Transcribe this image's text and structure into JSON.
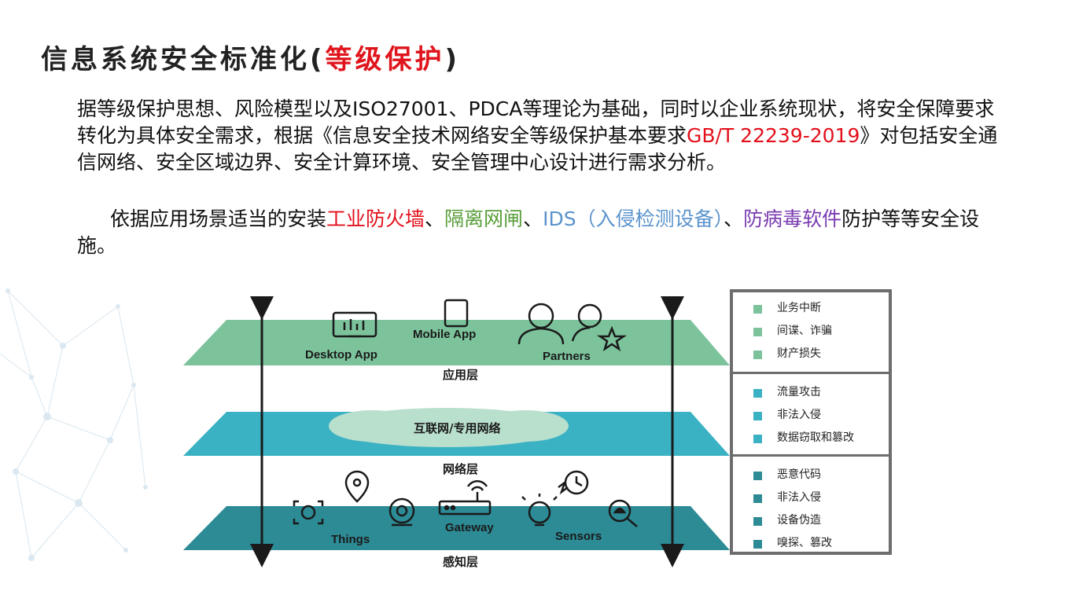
{
  "title": {
    "main": "信息系统安全标准化(",
    "highlight": "等级保护",
    "close": ")"
  },
  "paragraph1": {
    "text_a": "据等级保护思想、风险模型以及ISO27001、PDCA等理论为基础，同时以企业系统现状，将安全保障要求转化为具体安全需求，根据《信息安全技术网络安全等级保护基本要求",
    "standard": "GB/T 22239-2019",
    "text_b": "》对包括安全通信网络、安全区域边界、安全计算环境、安全管理中心设计进行需求分析。"
  },
  "paragraph2": {
    "lead": "依据应用场景适当的安装",
    "firewall": "工业防火墙",
    "sep1": "、",
    "gatekeeper": "隔离网闸",
    "sep2": "、",
    "ids": "IDS（入侵检测设备）",
    "sep3": "、",
    "antivirus": "防病毒软件",
    "tail": "防护等等安全设施。"
  },
  "diagram": {
    "app_layer": {
      "label": "应用层",
      "items": [
        "Desktop App",
        "Mobile App",
        "Partners"
      ],
      "color": "#7cc39c"
    },
    "net_layer": {
      "label": "网络层",
      "cloud_label": "互联网/专用网络",
      "color": "#3ab2c4",
      "cloud_color": "#b9dfcd"
    },
    "sense_layer": {
      "label": "感知层",
      "items": [
        "Things",
        "Gateway",
        "Sensors"
      ],
      "color": "#2d8b96"
    }
  },
  "legend": {
    "groups": [
      {
        "color": "#7cc39c",
        "items": [
          "业务中断",
          "间谍、诈骗",
          "财产损失"
        ]
      },
      {
        "color": "#3ab2c4",
        "items": [
          "流量攻击",
          "非法入侵",
          "数据窃取和篡改"
        ]
      },
      {
        "color": "#2d8b96",
        "items": [
          "恶意代码",
          "非法入侵",
          "设备伪造",
          "嗅探、篡改"
        ]
      }
    ]
  }
}
